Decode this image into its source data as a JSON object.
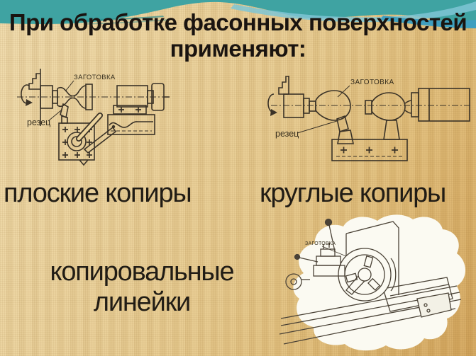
{
  "slide_title": {
    "line1": "При обработке фасонных поверхностей",
    "line2": "применяют:"
  },
  "method_labels": {
    "flat_copiers": "плоские копиры",
    "round_copiers": "круглые копиры",
    "copy_rulers_line1": "копировальные",
    "copy_rulers_line2": "линейки"
  },
  "flat_copier_diagram": {
    "workpiece_label": "ЗАГОТОВКА",
    "cutter_label": "резец"
  },
  "round_copier_diagram": {
    "workpiece_label": "ЗАГОТОВКА",
    "cutter_label": "резец"
  },
  "copy_ruler_figure": {
    "workpiece_label": "ЗАГОТОВКА"
  },
  "colors": {
    "teal_band": "#3fa3a2",
    "light_blue_wave": "#7fc6d5",
    "blue_ribbon": "#3f9fc0",
    "canvas_light": "#efdaab",
    "canvas_dark": "#d3a55c",
    "ink": "#3a3227",
    "text": "#211c15",
    "figure_paper": "#fbfaf2"
  }
}
